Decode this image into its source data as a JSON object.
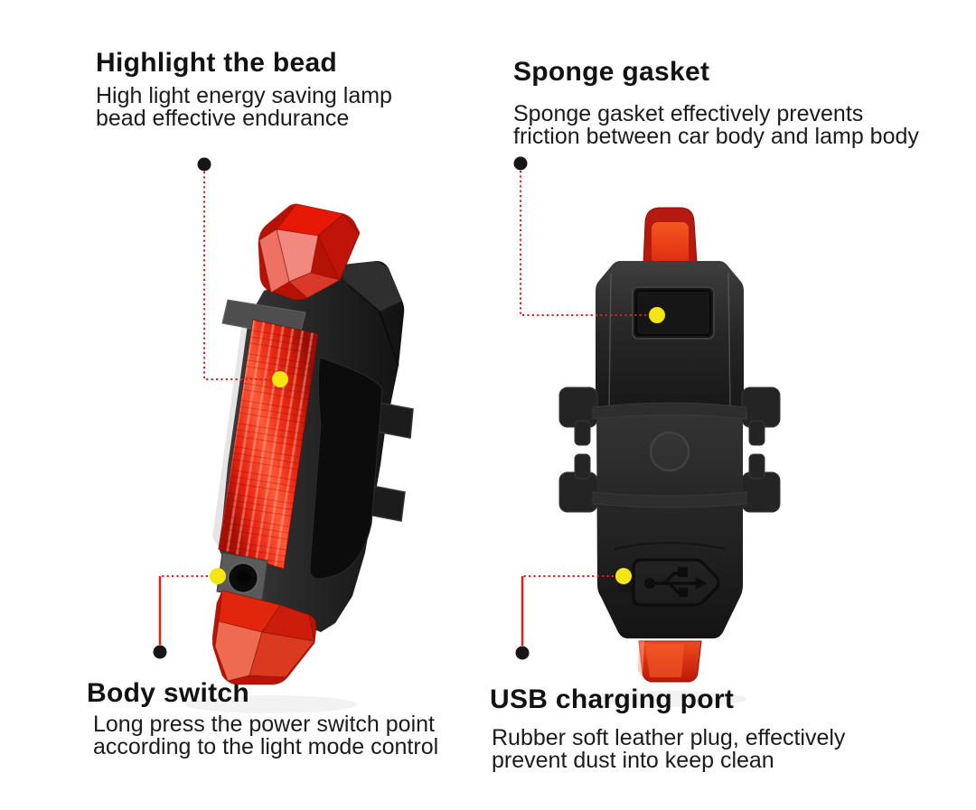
{
  "features": [
    {
      "id": "highlight-bead",
      "title": "Highlight the bead",
      "desc": [
        "High light energy saving lamp",
        "bead effective endurance"
      ]
    },
    {
      "id": "sponge-gasket",
      "title": "Sponge gasket",
      "desc": [
        "Sponge gasket effectively prevents",
        "friction between car body and lamp body"
      ]
    },
    {
      "id": "body-switch",
      "title": "Body switch",
      "desc": [
        "Long press the power switch point",
        "according to the light mode control"
      ]
    },
    {
      "id": "usb-charging-port",
      "title": "USB charging port",
      "desc": [
        "Rubber soft leather plug, effectively",
        "prevent dust into keep clean"
      ]
    }
  ],
  "colors": {
    "background": "#ffffff",
    "text": "#141414",
    "callout_line_red": "#e02020",
    "marker_yellow": "#f3e612",
    "marker_black": "#161616",
    "lamp_lens_red": "#e82312",
    "cap_orange_red": "#f05a1f",
    "body_black": "#1c1c1c"
  }
}
